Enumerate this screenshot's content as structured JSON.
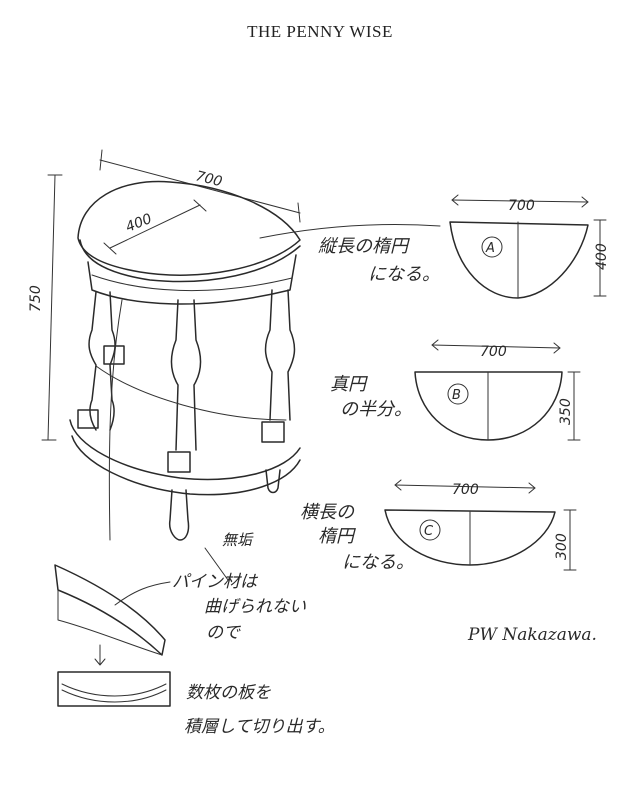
{
  "header": {
    "title": "THE PENNY WISE"
  },
  "table_sketch": {
    "width_dim": "700",
    "depth_dim": "400",
    "height_dim": "750"
  },
  "shapes": [
    {
      "id": "A",
      "width": "700",
      "height": "400",
      "note_line1": "縦長の楕円",
      "note_line2": "になる。"
    },
    {
      "id": "B",
      "width": "700",
      "height": "350",
      "note_line1": "真円",
      "note_line2": "の半分。"
    },
    {
      "id": "C",
      "width": "700",
      "height": "300",
      "note_line1": "横長の",
      "note_line2": "楕円",
      "note_line3": "になる。"
    }
  ],
  "notes": {
    "mukou": "無垢",
    "pipe_line1": "パイン材は",
    "pipe_line2": "曲げられない",
    "pipe_line3": "ので",
    "laminate_line1": "数枚の板を",
    "laminate_line2": "積層して切り出す。"
  },
  "signature": "PW Nakazawa."
}
